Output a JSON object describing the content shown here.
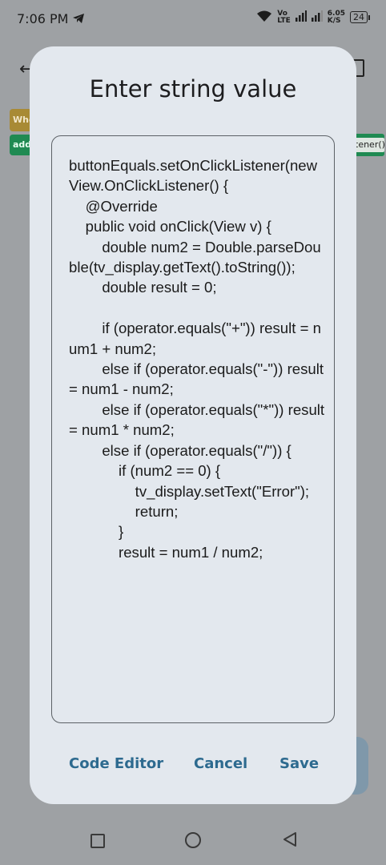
{
  "status_bar": {
    "time": "7:06 PM",
    "net_top": "6.05",
    "net_bottom": "K/S",
    "volte_top": "Vo",
    "volte_bottom": "LTE",
    "battery": "24"
  },
  "backdrop": {
    "block_when_label": "Whe",
    "block_add_label": "add",
    "block_listener_label": "tener()"
  },
  "dialog": {
    "title": "Enter string value",
    "value": "buttonEquals.setOnClickListener(new View.OnClickListener() {\n    @Override\n    public void onClick(View v) {\n        double num2 = Double.parseDouble(tv_display.getText().toString());\n        double result = 0;\n\n        if (operator.equals(\"+\")) result = num1 + num2;\n        else if (operator.equals(\"-\")) result = num1 - num2;\n        else if (operator.equals(\"*\")) result = num1 * num2;\n        else if (operator.equals(\"/\")) {\n            if (num2 == 0) {\n                tv_display.setText(\"Error\");\n                return;\n            }\n            result = num1 / num2;",
    "buttons": {
      "code_editor": "Code Editor",
      "cancel": "Cancel",
      "save": "Save"
    }
  },
  "colors": {
    "accent": "#2d6a8f",
    "dialog_bg": "#e3e8ee",
    "scrim": "#9ea1a4"
  }
}
